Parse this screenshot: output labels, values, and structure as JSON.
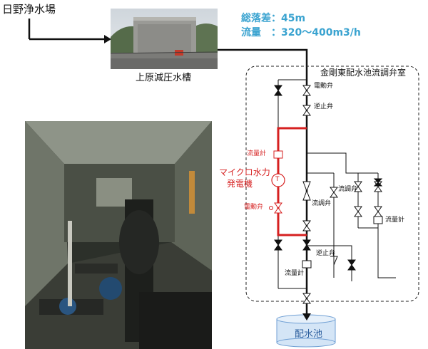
{
  "source_label": "日野浄水場",
  "tank_caption": "上原減圧水槽",
  "head_drop": "総落差：45m",
  "flow_rate": "流量　：320〜400m3/h",
  "room_label": "金剛東配水池流調弁室",
  "valve_labels": {
    "motor_valve_top": "電動弁",
    "check_valve_top": "逆止弁",
    "flow_control_valve_1": "流調弁",
    "flow_control_valve_2": "流調弁",
    "flow_meter_right": "流量計",
    "check_valve_bottom": "逆止弁",
    "flow_meter_bottom": "流量計"
  },
  "generator": {
    "flow_meter": "流量計",
    "title_line1": "マイクロ水力",
    "title_line2": "発電機",
    "turbine_symbol": "T",
    "motor_valve": "電動弁"
  },
  "reservoir_label": "配水池",
  "colors": {
    "accent_blue": "#3aa3d0",
    "generator_red": "#d62020",
    "pipe": "#111111"
  }
}
